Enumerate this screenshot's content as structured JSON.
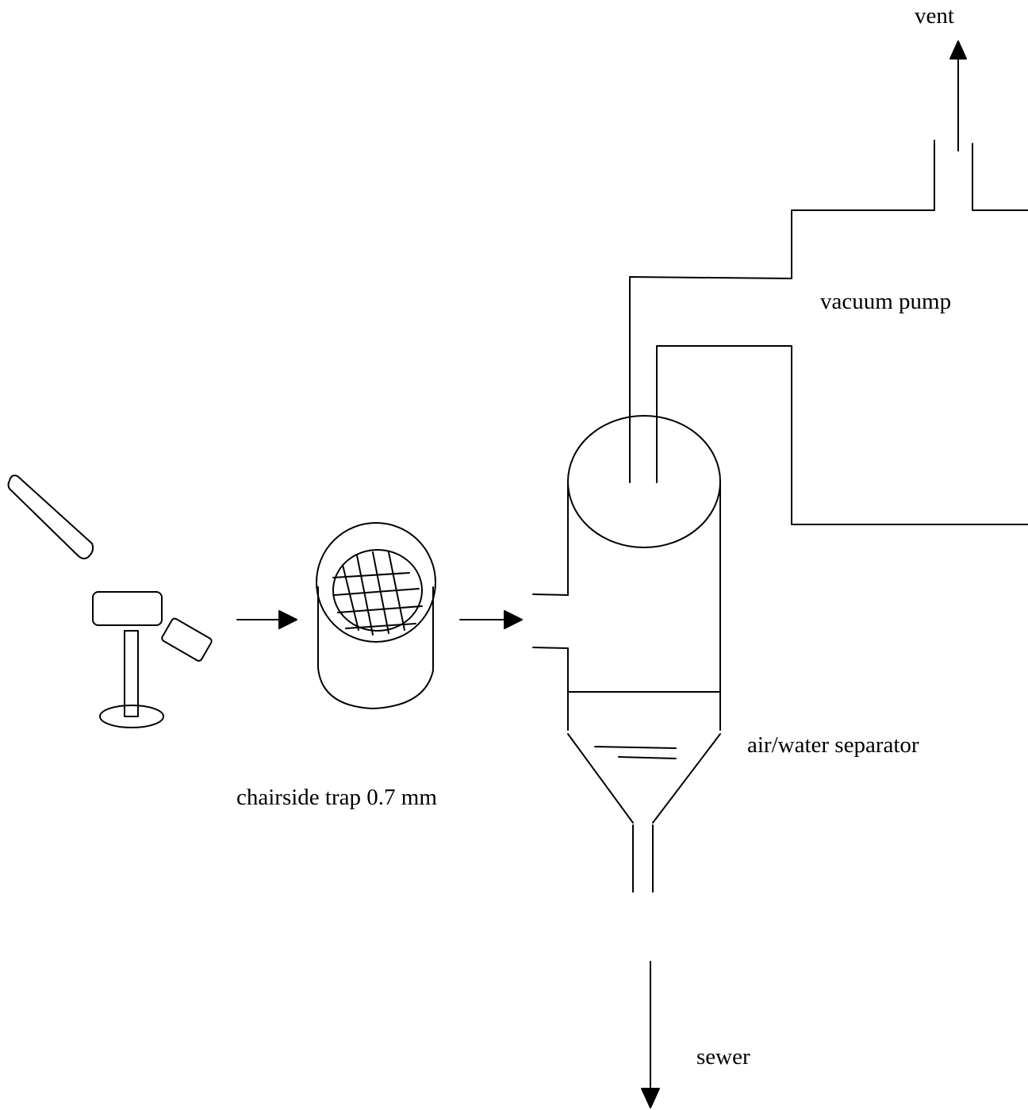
{
  "labels": {
    "vent": "vent",
    "vacuum_pump": "vacuum pump",
    "air_water_separator": "air/water separator",
    "chairside_trap": "chairside trap 0.7 mm",
    "sewer": "sewer"
  },
  "colors": {
    "stroke": "#000000",
    "background": "#ffffff"
  }
}
